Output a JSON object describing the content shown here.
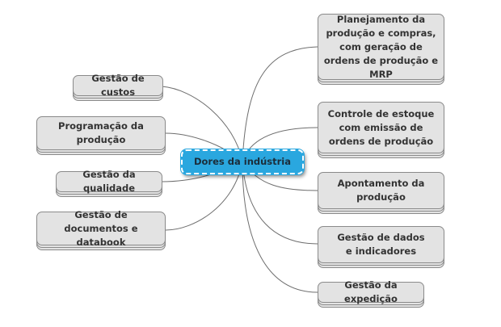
{
  "mindmap": {
    "center": {
      "label": "Dores da indústria"
    },
    "left_topics": [
      {
        "id": "custos",
        "label": "Gestão de custos"
      },
      {
        "id": "programacao",
        "label": "Programação da produção"
      },
      {
        "id": "qualidade",
        "label": "Gestão da qualidade"
      },
      {
        "id": "documentos",
        "label": "Gestão de documentos e databook"
      }
    ],
    "right_topics": [
      {
        "id": "planejamento",
        "label": "Planejamento da produção e compras, com geração de ordens de produção e MRP"
      },
      {
        "id": "estoque",
        "label": "Controle de estoque com emissão de ordens de produção"
      },
      {
        "id": "apontamento",
        "label": "Apontamento da produção"
      },
      {
        "id": "dados",
        "label": "Gestão de dados e indicadores"
      },
      {
        "id": "expedicao",
        "label": "Gestão da expedição"
      }
    ],
    "colors": {
      "center_fill": "#2aa7df",
      "node_fill": "#e3e3e3",
      "node_border": "#8a8a8a",
      "connector": "#6e6e6e"
    }
  }
}
